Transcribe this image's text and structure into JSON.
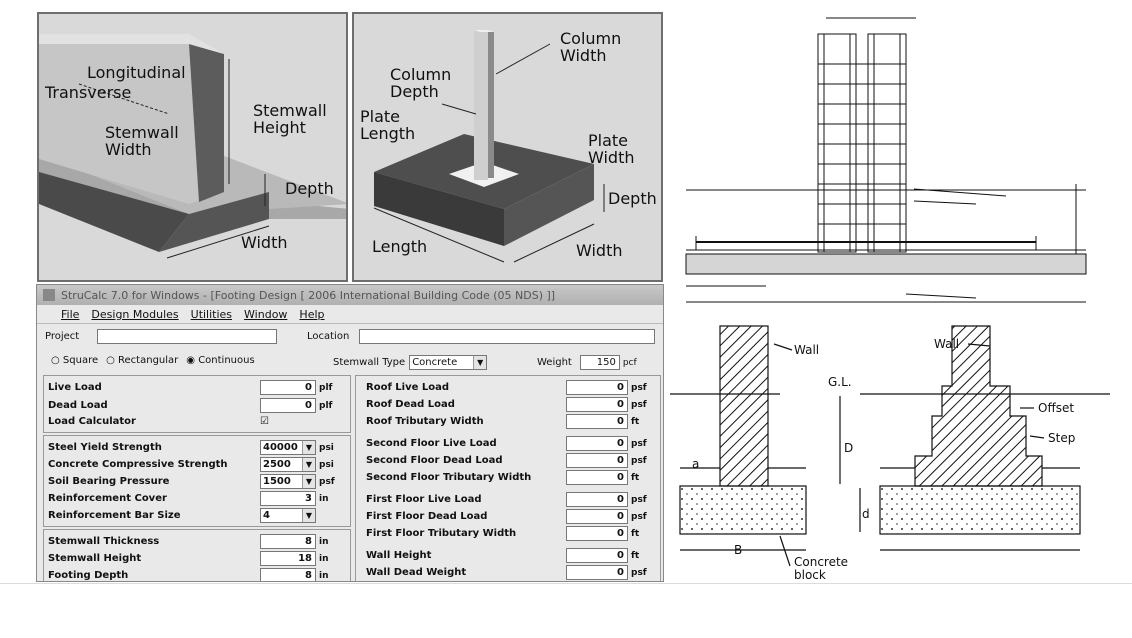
{
  "stemwall_panel": {
    "labels": {
      "longitudinal": "Longitudinal",
      "transverse": "Transverse",
      "stemwall_height": "Stemwall\nHeight",
      "stemwall_width": "Stemwall\nWidth",
      "depth": "Depth",
      "width": "Width"
    }
  },
  "column_panel": {
    "labels": {
      "column_width": "Column\nWidth",
      "column_depth": "Column\nDepth",
      "plate_length": "Plate\nLength",
      "plate_width": "Plate\nWidth",
      "depth": "Depth",
      "length": "Length",
      "width": "Width"
    }
  },
  "app": {
    "title": "StruCalc 7.0 for Windows - [Footing Design [ 2006 International Building Code (05 NDS) ]]",
    "menu": [
      "File",
      "Design Modules",
      "Utilities",
      "Window",
      "Help"
    ],
    "project_label": "Project",
    "location_label": "Location",
    "footing_types": [
      {
        "label": "Square",
        "checked": false
      },
      {
        "label": "Rectangular",
        "checked": false
      },
      {
        "label": "Continuous",
        "checked": true
      }
    ],
    "stemwall_type_label": "Stemwall Type",
    "stemwall_type_value": "Concrete",
    "weight_label": "Weight",
    "weight_value": "150",
    "weight_unit": "pcf",
    "left_group1": [
      {
        "label": "Live Load",
        "value": "0",
        "unit": "plf"
      },
      {
        "label": "Dead Load",
        "value": "0",
        "unit": "plf"
      },
      {
        "label": "Load Calculator",
        "value": "",
        "unit": "",
        "checkbox": true
      }
    ],
    "left_group2": [
      {
        "label": "Steel Yield Strength",
        "value": "40000",
        "unit": "psi",
        "select": true
      },
      {
        "label": "Concrete Compressive Strength",
        "value": "2500",
        "unit": "psi",
        "select": true
      },
      {
        "label": "Soil Bearing Pressure",
        "value": "1500",
        "unit": "psf",
        "select": true
      },
      {
        "label": "Reinforcement Cover",
        "value": "3",
        "unit": "in"
      },
      {
        "label": "Reinforcement Bar Size",
        "value": "4",
        "unit": "",
        "select": true
      }
    ],
    "left_group3": [
      {
        "label": "Stemwall Thickness",
        "value": "8",
        "unit": "in"
      },
      {
        "label": "Stemwall Height",
        "value": "18",
        "unit": "in"
      },
      {
        "label": "Footing Depth",
        "value": "8",
        "unit": "in"
      }
    ],
    "right_rows": [
      {
        "label": "Roof Live Load",
        "value": "0",
        "unit": "psf"
      },
      {
        "label": "Roof Dead Load",
        "value": "0",
        "unit": "psf"
      },
      {
        "label": "Roof Tributary Width",
        "value": "0",
        "unit": "ft"
      },
      {
        "label": "Second Floor Live Load",
        "value": "0",
        "unit": "psf"
      },
      {
        "label": "Second Floor Dead Load",
        "value": "0",
        "unit": "psf"
      },
      {
        "label": "Second Floor Tributary Width",
        "value": "0",
        "unit": "ft"
      },
      {
        "label": "First Floor Live Load",
        "value": "0",
        "unit": "psf"
      },
      {
        "label": "First Floor Dead Load",
        "value": "0",
        "unit": "psf"
      },
      {
        "label": "First Floor Tributary Width",
        "value": "0",
        "unit": "ft"
      },
      {
        "label": "Wall Height",
        "value": "0",
        "unit": "ft"
      },
      {
        "label": "Wall Dead Weight",
        "value": "0",
        "unit": "psf"
      }
    ]
  },
  "section_drawing": {
    "labels": {
      "wall_left": "Wall",
      "wall_right": "Wall",
      "gl": "G.L.",
      "d_big": "D",
      "offset": "Offset",
      "step": "Step",
      "a": "a",
      "d_small": "d",
      "b": "B",
      "concrete_block": "Concrete\nblock"
    }
  }
}
